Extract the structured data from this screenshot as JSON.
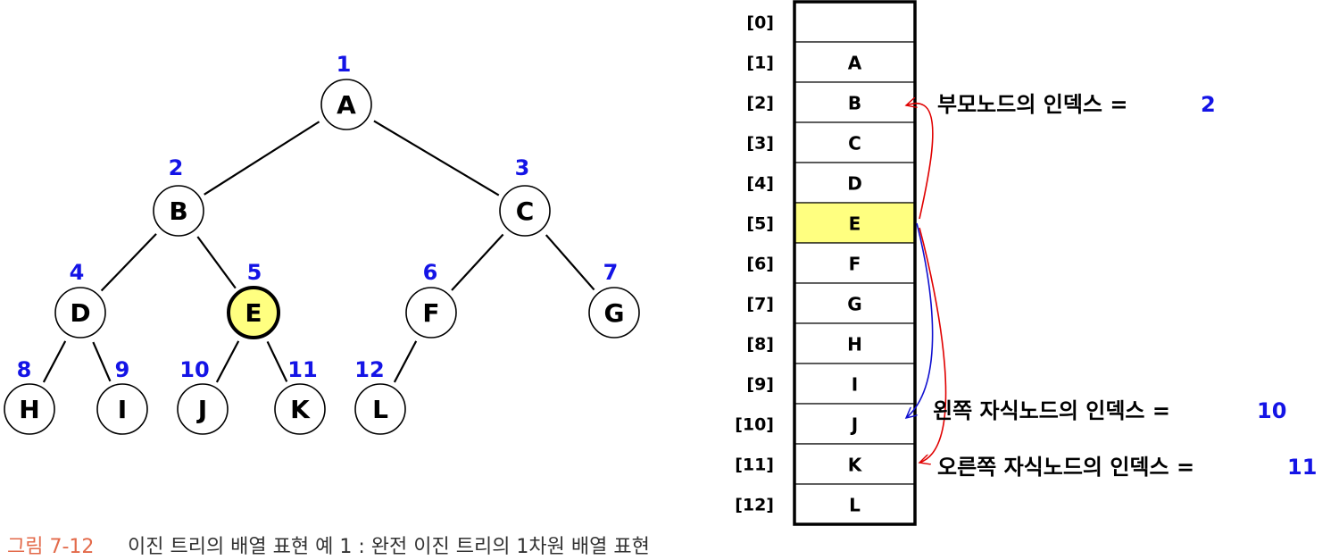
{
  "tree": {
    "nodes": [
      {
        "id": "A",
        "num": "1"
      },
      {
        "id": "B",
        "num": "2"
      },
      {
        "id": "C",
        "num": "3"
      },
      {
        "id": "D",
        "num": "4"
      },
      {
        "id": "E",
        "num": "5",
        "highlight": true
      },
      {
        "id": "F",
        "num": "6"
      },
      {
        "id": "G",
        "num": "7"
      },
      {
        "id": "H",
        "num": "8"
      },
      {
        "id": "I",
        "num": "9"
      },
      {
        "id": "J",
        "num": "10"
      },
      {
        "id": "K",
        "num": "11"
      },
      {
        "id": "L",
        "num": "12"
      }
    ],
    "edges": [
      [
        "A",
        "B"
      ],
      [
        "A",
        "C"
      ],
      [
        "B",
        "D"
      ],
      [
        "B",
        "E"
      ],
      [
        "C",
        "F"
      ],
      [
        "C",
        "G"
      ],
      [
        "D",
        "H"
      ],
      [
        "D",
        "I"
      ],
      [
        "E",
        "J"
      ],
      [
        "E",
        "K"
      ],
      [
        "F",
        "L"
      ]
    ]
  },
  "array": {
    "indices": [
      "[0]",
      "[1]",
      "[2]",
      "[3]",
      "[4]",
      "[5]",
      "[6]",
      "[7]",
      "[8]",
      "[9]",
      "[10]",
      "[11]",
      "[12]"
    ],
    "values": [
      "",
      "A",
      "B",
      "C",
      "D",
      "E",
      "F",
      "G",
      "H",
      "I",
      "J",
      "K",
      "L"
    ],
    "highlight_index": 5,
    "blue_indices": [
      2,
      10,
      11
    ]
  },
  "annotations": {
    "parent": {
      "label": "부모노드의 인덱스 =",
      "value": "2"
    },
    "left_child": {
      "label": "왼쪽 자식노드의 인덱스 =",
      "value": "10"
    },
    "right_child": {
      "label": "오른쪽 자식노드의 인덱스 =",
      "value": "11"
    }
  },
  "caption": {
    "label": "그림 7-12",
    "text": "이진 트리의 배열 표현 예 1 : 완전 이진 트리의 1차원 배열 표현"
  },
  "colors": {
    "number_blue": "#1414e6",
    "highlight_yellow": "#ffff80",
    "arrow_red": "#e00000",
    "arrow_blue": "#1010d0",
    "caption_red": "#e36a4a"
  }
}
